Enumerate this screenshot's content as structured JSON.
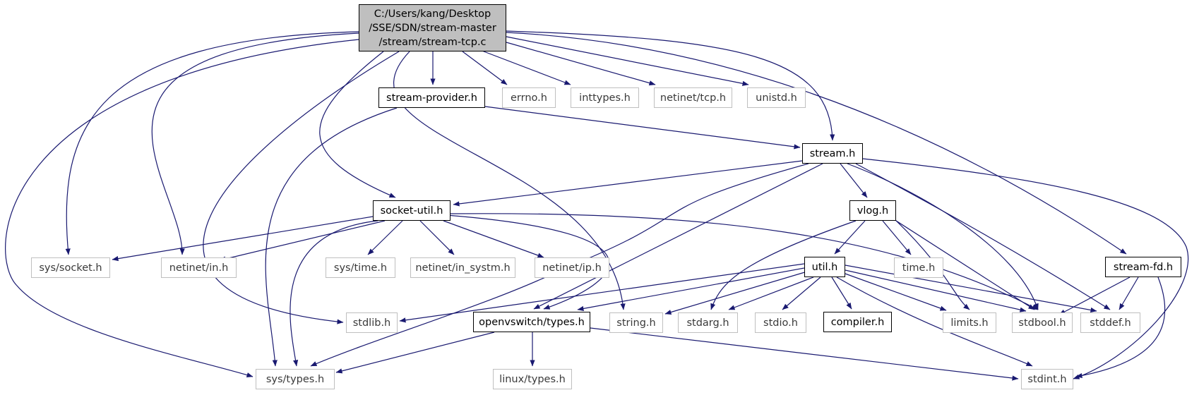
{
  "colors": {
    "edge": "#191970",
    "local_border": "#000000",
    "system_border": "#bfbfbf",
    "root_fill": "#bfbfbf"
  },
  "nodes": {
    "root": {
      "lines": [
        "C:/Users/kang/Desktop",
        "/SSE/SDN/stream-master",
        "/stream/stream-tcp.c"
      ]
    },
    "stream_provider": {
      "label": "stream-provider.h"
    },
    "errno": {
      "label": "errno.h"
    },
    "inttypes": {
      "label": "inttypes.h"
    },
    "netinet_tcp": {
      "label": "netinet/tcp.h"
    },
    "unistd": {
      "label": "unistd.h"
    },
    "stream": {
      "label": "stream.h"
    },
    "socket_util": {
      "label": "socket-util.h"
    },
    "vlog": {
      "label": "vlog.h"
    },
    "sys_socket": {
      "label": "sys/socket.h"
    },
    "netinet_in": {
      "label": "netinet/in.h"
    },
    "sys_time": {
      "label": "sys/time.h"
    },
    "netinet_in_systm": {
      "label": "netinet/in_systm.h"
    },
    "netinet_ip": {
      "label": "netinet/ip.h"
    },
    "util": {
      "label": "util.h"
    },
    "time": {
      "label": "time.h"
    },
    "stream_fd": {
      "label": "stream-fd.h"
    },
    "stdlib": {
      "label": "stdlib.h"
    },
    "ovs_types": {
      "label": "openvswitch/types.h"
    },
    "string": {
      "label": "string.h"
    },
    "stdarg": {
      "label": "stdarg.h"
    },
    "stdio": {
      "label": "stdio.h"
    },
    "compiler": {
      "label": "compiler.h"
    },
    "limits": {
      "label": "limits.h"
    },
    "stdbool": {
      "label": "stdbool.h"
    },
    "stddef": {
      "label": "stddef.h"
    },
    "sys_types": {
      "label": "sys/types.h"
    },
    "linux_types": {
      "label": "linux/types.h"
    },
    "stdint": {
      "label": "stdint.h"
    }
  }
}
